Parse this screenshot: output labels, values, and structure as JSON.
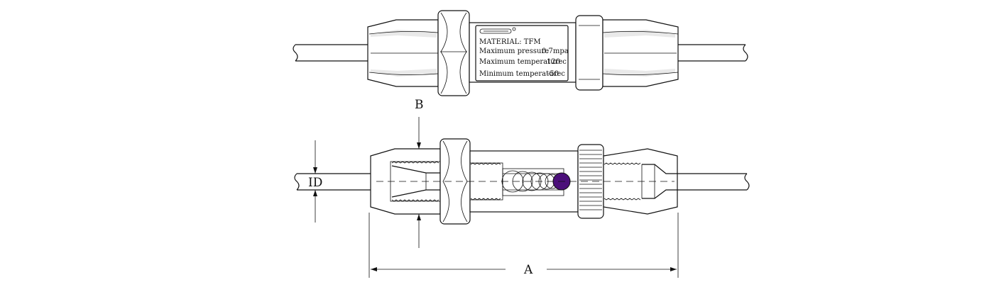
{
  "label_plate": {
    "material_line": "MATERIAL:  TFM",
    "rows": [
      {
        "name": "Maximum  pressure",
        "value": "0.7mpa"
      },
      {
        "name": "Maximum  temperature",
        "value": "120 c"
      },
      {
        "name": "Minimum  temperature",
        "value": "-50 c"
      }
    ]
  },
  "dimensions": {
    "b": "B",
    "id": "ID",
    "a": "A"
  },
  "colors": {
    "ball": "#4b0f7a"
  }
}
